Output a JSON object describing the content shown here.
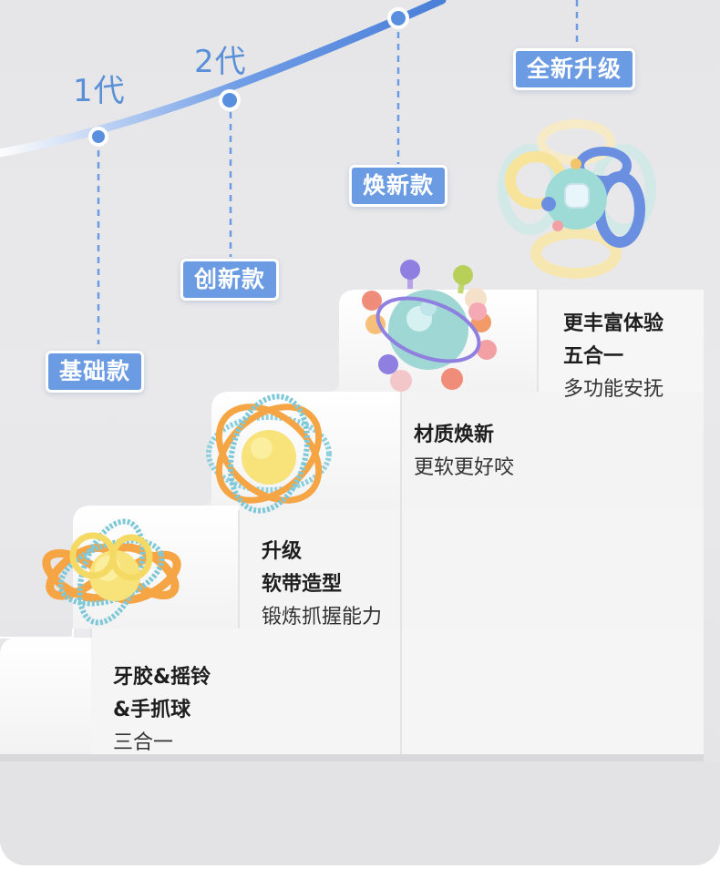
{
  "generations": [
    "1代",
    "2代"
  ],
  "tags": {
    "basic": "基础款",
    "innovation": "创新款",
    "refresh": "焕新款",
    "upgrade": "全新升级"
  },
  "steps": {
    "step1": {
      "bold": [
        "牙胶&摇铃",
        "&手抓球"
      ],
      "normal": [
        "三合一"
      ]
    },
    "step2": {
      "bold": [
        "升级",
        "软带造型"
      ],
      "normal": [
        "锻炼抓握能力"
      ]
    },
    "step3": {
      "bold": [
        "材质焕新"
      ],
      "normal": [
        "更软更好咬"
      ]
    },
    "step4": {
      "bold": [
        "更丰富体验",
        "五合一"
      ],
      "normal": [
        "多功能安抚"
      ]
    }
  },
  "colors": {
    "accent": "#6a9be3",
    "timeline": "#4f86dc",
    "background": "#e6e6e8",
    "stairs": "#f7f7f8"
  },
  "icons": [
    "teether-ball-gen1",
    "teether-ball-gen2",
    "teether-ball-gen3",
    "teether-ball-gen4"
  ]
}
